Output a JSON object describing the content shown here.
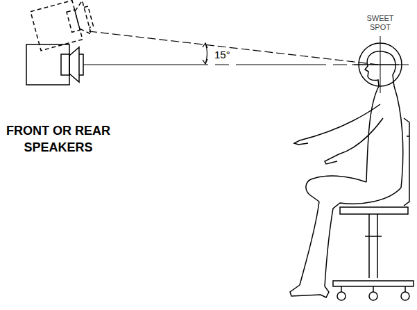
{
  "diagram": {
    "labels": [
      "SWEET SPOT",
      "15°",
      "FRONT OR REAR SPEAKERS"
    ]
  }
}
